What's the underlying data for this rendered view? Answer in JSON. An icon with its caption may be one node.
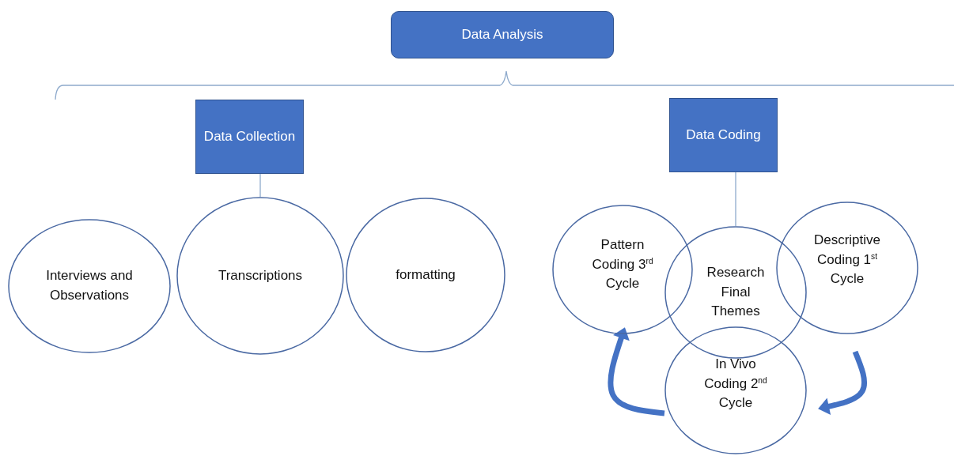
{
  "diagram": {
    "nodes": [
      {
        "text": [
          "Data Analysis"
        ]
      },
      {
        "text": [
          "Data Collection"
        ]
      },
      {
        "text": [
          "Data Coding"
        ]
      },
      {
        "text": [
          "Interviews and Observations"
        ]
      },
      {
        "text": [
          "Transcriptions"
        ]
      },
      {
        "text": [
          "formatting"
        ]
      },
      {
        "text": [
          "Pattern Coding 3$^{rd}$ Cycle"
        ]
      },
      {
        "text": [
          "Research Final Themes"
        ]
      },
      {
        "text": [
          "Descriptive Coding 1$^{st}$ Cycle"
        ]
      },
      {
        "text": [
          "In Vivo Coding 2$^{nd}$ Cycle"
        ]
      }
    ],
    "edges": [
      {
        "from": 1,
        "to": 4,
        "arrow": "none"
      },
      {
        "from": 2,
        "to": 7,
        "arrow": "none"
      },
      {
        "from": 9,
        "to": 6,
        "arrow": "to",
        "style": "thick",
        "color": "#4472c4"
      },
      {
        "from": 8,
        "to": 9,
        "arrow": "to",
        "style": "thick",
        "color": "#4472c4"
      }
    ]
  }
}
